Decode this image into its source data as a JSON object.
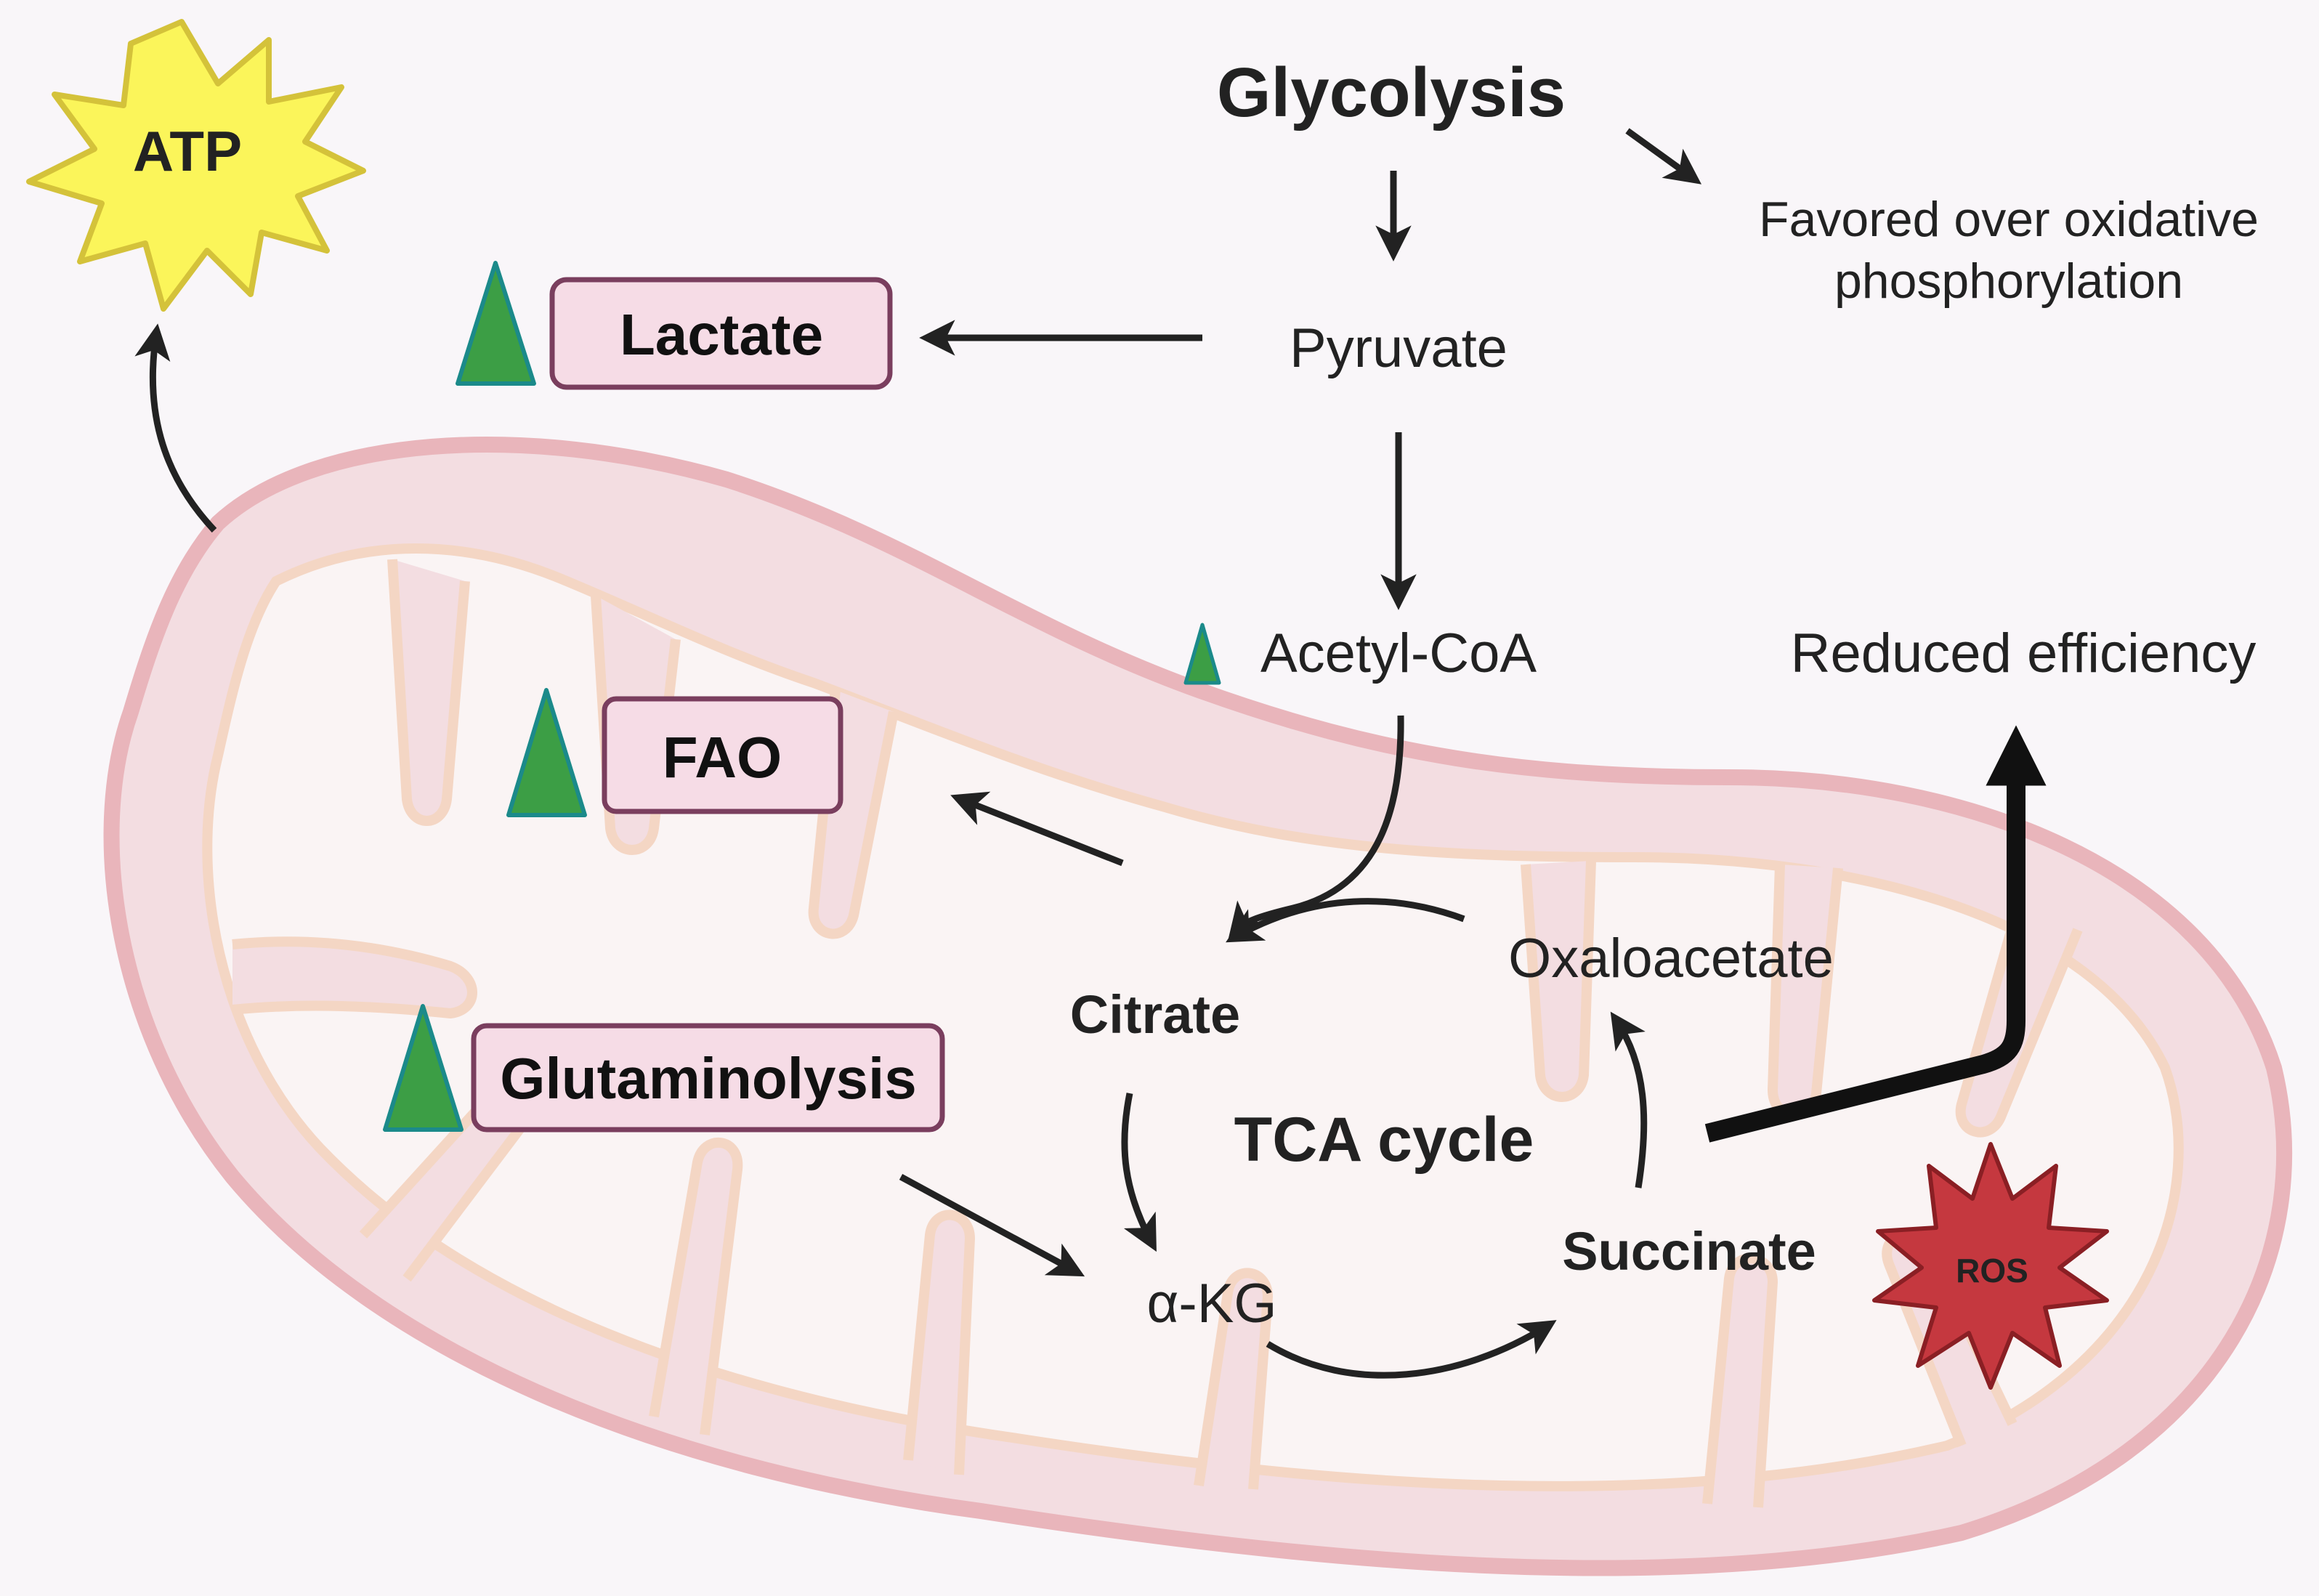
{
  "colors": {
    "background": "#f9f6f9",
    "title": "#2e3650",
    "mitochondria_outer": "#e9b5bb",
    "mitochondria_fill": "#f3dde1",
    "cristae_stroke": "#f4d6c4",
    "cristae_fill": "#faf4f4",
    "box_fill": "#f6dce6",
    "box_stroke": "#7a3e5e",
    "triangle_fill": "#3c9e45",
    "triangle_stroke": "#1b8a8a",
    "atp_fill": "#fbf55a",
    "atp_stroke": "#d4c23a",
    "ros_fill": "#c5383f",
    "ros_stroke": "#8a1f24"
  },
  "icons": {
    "atp": "starburst-icon",
    "ros": "starburst-icon",
    "increase": "up-triangle-icon"
  },
  "top": {
    "title": "Glycolysis",
    "note_line1": "Favored over oxidative",
    "note_line2": "phosphorylation"
  },
  "metabolites": {
    "pyruvate": "Pyruvate",
    "acetyl_coa": "Acetyl-CoA",
    "citrate": "Citrate",
    "oxaloacetate": "Oxaloacetate",
    "alpha_kg": "α-KG",
    "succinate": "Succinate",
    "tca_cycle": "TCA cycle"
  },
  "boxes": {
    "lactate": "Lactate",
    "fao": "FAO",
    "glutaminolysis": "Glutaminolysis"
  },
  "badges": {
    "atp": "ATP",
    "ros": "ROS"
  },
  "effects": {
    "reduced_efficiency": "Reduced efficiency"
  }
}
